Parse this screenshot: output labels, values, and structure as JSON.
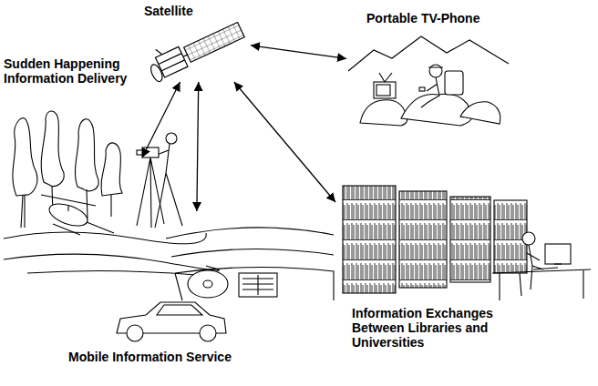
{
  "diagram": {
    "nodes": [
      {
        "text": [
          "Satellite"
        ]
      },
      {
        "text": [
          "Sudden Happening Information Delivery"
        ]
      },
      {
        "text": [
          "Portable TV-Phone"
        ]
      },
      {
        "text": [
          "Information Exchanges Between Libraries and Universities"
        ]
      },
      {
        "text": [
          "Mobile Information Service"
        ]
      }
    ],
    "edges": [
      {
        "from": 0,
        "to": 1,
        "arrow": "both"
      },
      {
        "from": 0,
        "to": 2,
        "arrow": "both"
      },
      {
        "from": 0,
        "to": 3,
        "arrow": "both"
      },
      {
        "from": 0,
        "to": 4,
        "arrow": "both"
      }
    ]
  }
}
